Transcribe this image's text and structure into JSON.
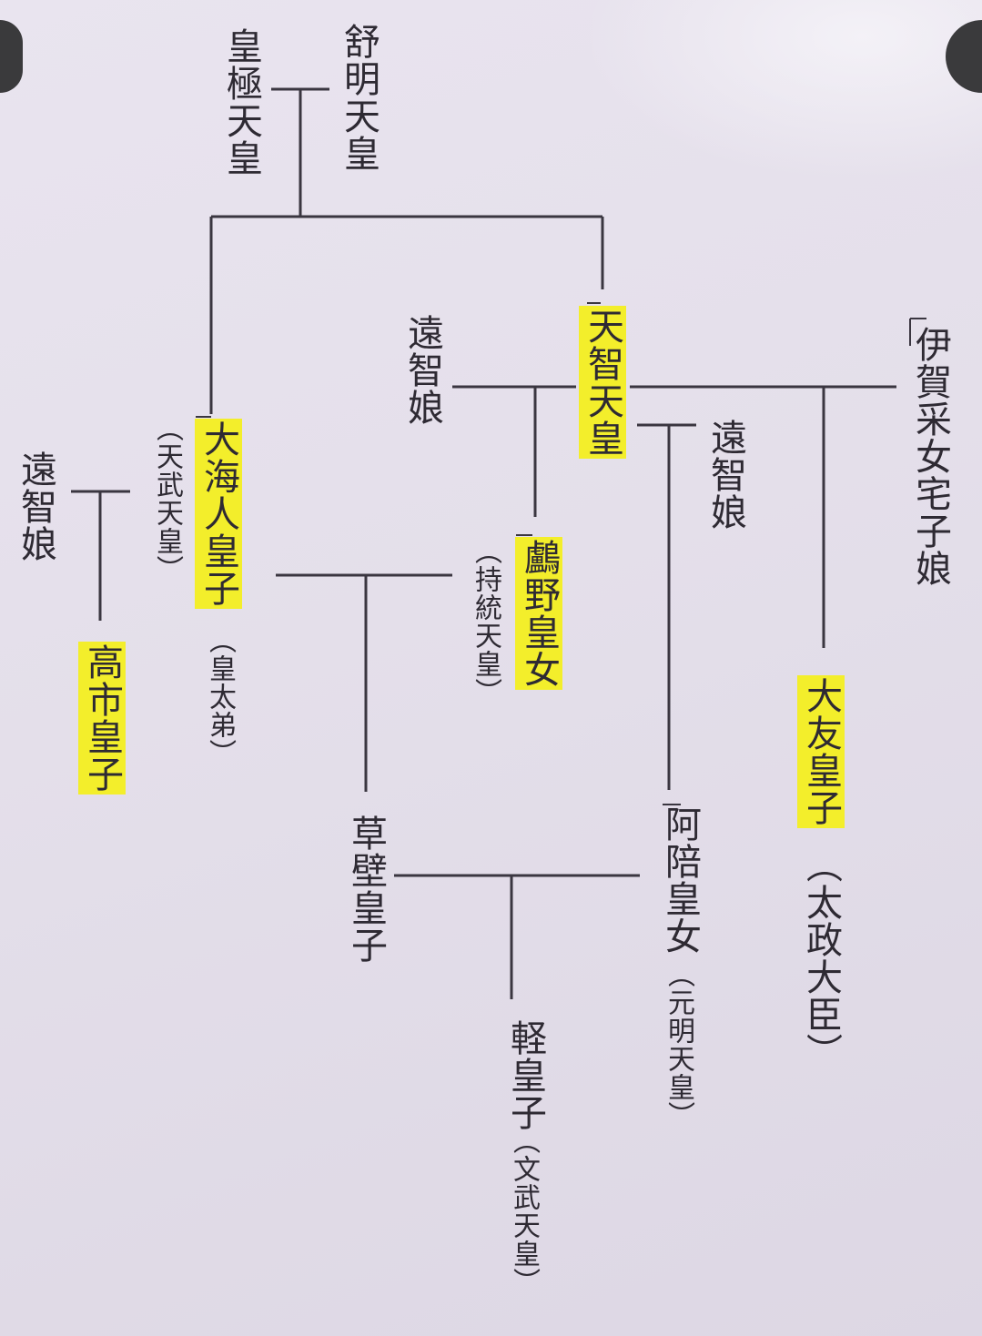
{
  "people": {
    "jomei": {
      "name": "舒明天皇"
    },
    "kogyoku": {
      "name": "皇極天皇"
    },
    "tenji": {
      "name": "天智天皇"
    },
    "ochi1": {
      "name": "遠智娘"
    },
    "iga": {
      "name": "伊賀采女宅子娘"
    },
    "ochi2": {
      "name": "遠智娘"
    },
    "oama": {
      "name": "大海人皇子",
      "note1": "（天武天皇）",
      "note2": "（皇太弟）"
    },
    "ochi3": {
      "name": "遠智娘"
    },
    "takechi": {
      "name": "高市皇子"
    },
    "unono": {
      "name": "鸕野皇女",
      "note": "（持統天皇）"
    },
    "otomo": {
      "name": "大友皇子",
      "note": "（太政大臣）"
    },
    "kusakabe": {
      "name": "草壁皇子"
    },
    "ahe": {
      "name": "阿陪皇女",
      "note": "（元明天皇）"
    },
    "karu": {
      "name": "軽皇子",
      "note": "（文武天皇）"
    }
  },
  "colors": {
    "highlight": "#f3ee2b",
    "line": "#3a3640",
    "background": "#e6e1ec"
  }
}
